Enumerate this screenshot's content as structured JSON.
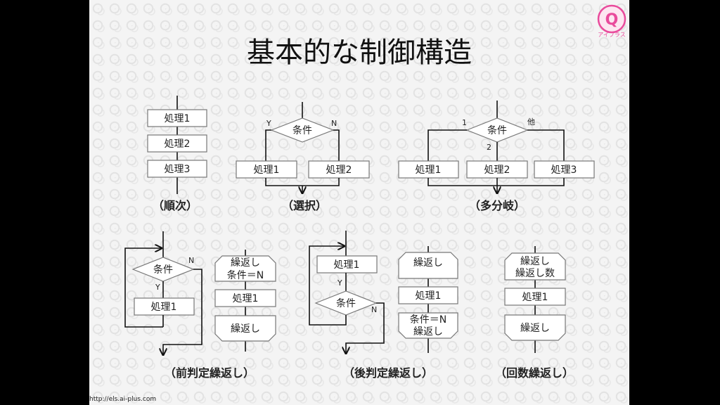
{
  "slide": {
    "title": "基本的な制御構造",
    "footer_url": "http://els.ai-plus.com",
    "logo": {
      "letter": "Q",
      "text": "アイプラス",
      "color": "#e94b9c"
    }
  },
  "labels": {
    "proc1": "処理1",
    "proc2": "処理2",
    "proc3": "処理3",
    "cond": "条件",
    "yes": "Y",
    "no": "N",
    "one": "1",
    "two": "2",
    "other": "他",
    "loop_start": "繰返し",
    "loop_cond": "条件＝N",
    "loop_count": "繰返し数",
    "loop_end": "繰返し"
  },
  "captions": {
    "sequence": "（順次）",
    "selection": "（選択）",
    "multi_branch": "（多分岐）",
    "pre_test_loop": "（前判定繰返し）",
    "post_test_loop": "（後判定繰返し）",
    "count_loop": "（回数繰返し）"
  }
}
